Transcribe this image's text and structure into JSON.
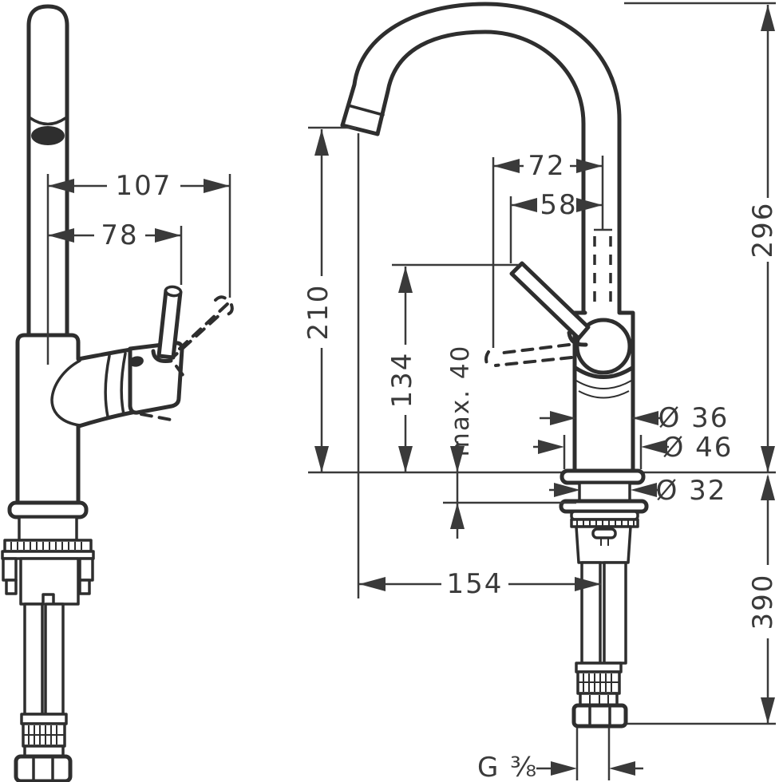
{
  "page": {
    "background": "#ffffff",
    "line_color": "#2e2e2e",
    "dimension_color": "#3a3a3a"
  },
  "drawing": {
    "description": "Technical installation drawing of a single-lever basin mixer tap with swivel spout, shown in two orthographic views with millimetre dimensions",
    "views": [
      {
        "id": "side-view",
        "label": "side view (spout reach)"
      },
      {
        "id": "front-view",
        "label": "front view (heights and diameters)"
      }
    ]
  },
  "dimensions": {
    "side_view": {
      "spout_reach": "107",
      "lever_reach": "78"
    },
    "front_view": {
      "lever_swing_width": "72",
      "lever_width": "58",
      "spout_outlet_height": "296",
      "spout_clearance_height": "210",
      "lever_top_height": "134",
      "max_deck_thickness": "max. 40",
      "body_diameter": "Ø 36",
      "base_diameter": "Ø 46",
      "shank_diameter": "Ø 32",
      "outlet_to_axis": "154",
      "hose_length_below_deck": "390",
      "supply_thread": "G ⅜"
    }
  }
}
